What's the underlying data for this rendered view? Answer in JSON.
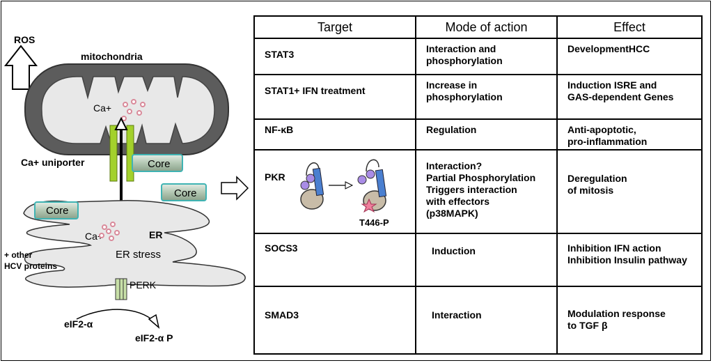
{
  "diagram": {
    "ros_label": "ROS",
    "mitochondria_label": "mitochondria",
    "ca_mito_label": "Ca+",
    "uniporter_label": "Ca+ uniporter",
    "core_label_1": "Core",
    "core_label_2": "Core",
    "core_label_3": "Core",
    "ca_er_label": "Ca+",
    "er_label": "ER",
    "er_stress_label": "ER stress",
    "other_proteins_line1": "+ other",
    "other_proteins_line2": "HCV proteins",
    "perk_label": "PERK",
    "eif2a_label": "eIF2-α",
    "eif2ap_label": "eIF2-α P",
    "colors": {
      "core_fill": "#b9cdb9",
      "core_border": "#3fb3b3",
      "uniporter": "#a3d12c",
      "perk": "#c8e0a8",
      "calcium_dots": "#d98a9a",
      "mito_outer": "#606060",
      "organelle_fill": "#e8e8e8"
    }
  },
  "table": {
    "headers": [
      "Target",
      "Mode of action",
      "Effect"
    ],
    "rows": [
      {
        "target": "STAT3",
        "mode": [
          "Interaction and",
          "phosphorylation"
        ],
        "effect": [
          "DevelopmentHCC"
        ]
      },
      {
        "target": "STAT1+ IFN  treatment",
        "mode": [
          "Increase in",
          " phosphorylation"
        ],
        "effect": [
          "Induction ISRE and",
          "GAS-dependent Genes"
        ]
      },
      {
        "target": "NF-κB",
        "mode": [
          "Regulation"
        ],
        "effect": [
          "Anti-apoptotic,",
          "pro-inflammation"
        ]
      },
      {
        "target": "PKR",
        "mode": [
          "Interaction?",
          "Partial Phosphorylation",
          "Triggers interaction",
          "with effectors",
          "(p38MAPK)"
        ],
        "effect": [
          "Deregulation",
          "of mitosis"
        ],
        "pkr_site_label": "T446-P"
      },
      {
        "target": "SOCS3",
        "mode": [
          "Induction"
        ],
        "effect": [
          "Inhibition IFN action",
          "Inhibition Insulin pathway"
        ]
      },
      {
        "target": "SMAD3",
        "mode": [
          "Interaction"
        ],
        "effect": [
          "Modulation response",
          "to TGF β"
        ]
      }
    ]
  }
}
